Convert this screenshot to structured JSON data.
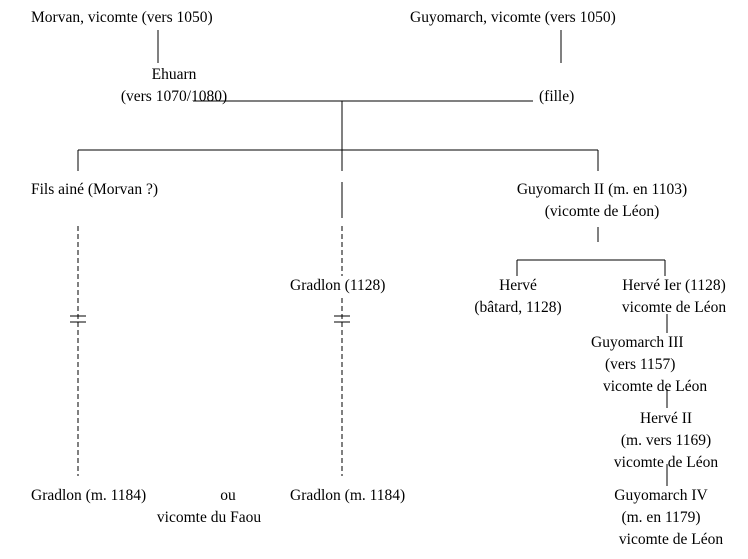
{
  "people": {
    "morvan": {
      "line1": "Morvan, vicomte (vers 1050)"
    },
    "guyomarch1": {
      "line1": "Guyomarch, vicomte (vers 1050)"
    },
    "ehuarn": {
      "line1": "Ehuarn",
      "line2": "(vers 1070/1080)"
    },
    "fille": {
      "line1": "(fille)"
    },
    "fils_aine": {
      "line1": "Fils ainé (Morvan ?)"
    },
    "guyomarch2": {
      "line1": "Guyomarch II (m. en 1103)",
      "line2": "(vicomte de Léon)"
    },
    "gradlon_1128": {
      "line1": "Gradlon (1128)"
    },
    "herve_batard": {
      "line1": "Hervé",
      "line2": "(bâtard, 1128)"
    },
    "herve1": {
      "line1": "Hervé Ier (1128)",
      "line2": "vicomte de Léon"
    },
    "guyomarch3": {
      "line1": "Guyomarch III",
      "line2": "(vers 1157)",
      "line3": "vicomte de Léon"
    },
    "herve2": {
      "line1": "Hervé II",
      "line2": "(m. vers 1169)",
      "line3": "vicomte de Léon"
    },
    "gradlon_1184_left": {
      "line1": "Gradlon (m. 1184)"
    },
    "ou": {
      "line1": "ou",
      "line2": "vicomte du Faou"
    },
    "gradlon_1184_mid": {
      "line1": "Gradlon (m. 1184)"
    },
    "guyomarch4": {
      "line1": "Guyomarch IV",
      "line2": "(m. en 1179)",
      "line3": "vicomte de Léon"
    }
  },
  "style": {
    "line_color": "#000000",
    "background": "#ffffff"
  }
}
